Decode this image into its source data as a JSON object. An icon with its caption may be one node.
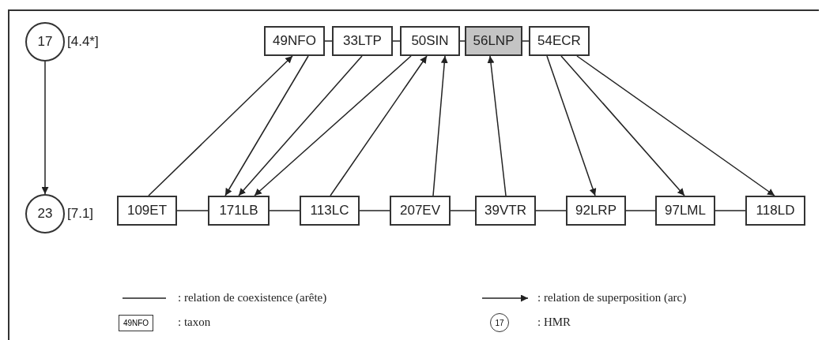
{
  "diagram": {
    "nodes": [
      {
        "text": [
          "17"
        ],
        "beside": [
          "[4.4*]"
        ]
      },
      {
        "text": [
          "23"
        ],
        "beside": [
          "[7.1]"
        ]
      },
      {
        "text": [
          "49NFO"
        ]
      },
      {
        "text": [
          "33LTP"
        ]
      },
      {
        "text": [
          "50SIN"
        ]
      },
      {
        "text": [
          "56LNP"
        ]
      },
      {
        "text": [
          "54ECR"
        ]
      },
      {
        "text": [
          "109ET"
        ]
      },
      {
        "text": [
          "171LB"
        ]
      },
      {
        "text": [
          "113LC"
        ]
      },
      {
        "text": [
          "207EV"
        ]
      },
      {
        "text": [
          "39VTR"
        ]
      },
      {
        "text": [
          "92LRP"
        ]
      },
      {
        "text": [
          "97LML"
        ]
      },
      {
        "text": [
          "118LD"
        ]
      }
    ],
    "edges": [
      {
        "from": 0,
        "to": 1,
        "arrow": "to"
      },
      {
        "from": 2,
        "to": 3,
        "arrow": "none"
      },
      {
        "from": 3,
        "to": 4,
        "arrow": "none"
      },
      {
        "from": 4,
        "to": 5,
        "arrow": "none"
      },
      {
        "from": 5,
        "to": 6,
        "arrow": "none"
      },
      {
        "from": 7,
        "to": 8,
        "arrow": "none"
      },
      {
        "from": 8,
        "to": 9,
        "arrow": "none"
      },
      {
        "from": 9,
        "to": 10,
        "arrow": "none"
      },
      {
        "from": 10,
        "to": 11,
        "arrow": "none"
      },
      {
        "from": 11,
        "to": 12,
        "arrow": "none"
      },
      {
        "from": 12,
        "to": 13,
        "arrow": "none"
      },
      {
        "from": 13,
        "to": 14,
        "arrow": "none"
      },
      {
        "from": 7,
        "to": 2,
        "arrow": "to"
      },
      {
        "from": 2,
        "to": 8,
        "arrow": "to"
      },
      {
        "from": 3,
        "to": 8,
        "arrow": "to"
      },
      {
        "from": 4,
        "to": 8,
        "arrow": "to"
      },
      {
        "from": 9,
        "to": 4,
        "arrow": "to"
      },
      {
        "from": 10,
        "to": 4,
        "arrow": "to"
      },
      {
        "from": 11,
        "to": 5,
        "arrow": "to"
      },
      {
        "from": 6,
        "to": 12,
        "arrow": "to"
      },
      {
        "from": 6,
        "to": 13,
        "arrow": "to"
      },
      {
        "from": 6,
        "to": 14,
        "arrow": "to"
      }
    ],
    "labels": [
      "49NFO",
      "17"
    ],
    "legend": [
      {
        "text": ": relation de coexistence (arête)"
      },
      {
        "text": ": relation de superposition (arc)"
      },
      {
        "text": ": taxon"
      },
      {
        "text": ": HMR"
      }
    ]
  }
}
